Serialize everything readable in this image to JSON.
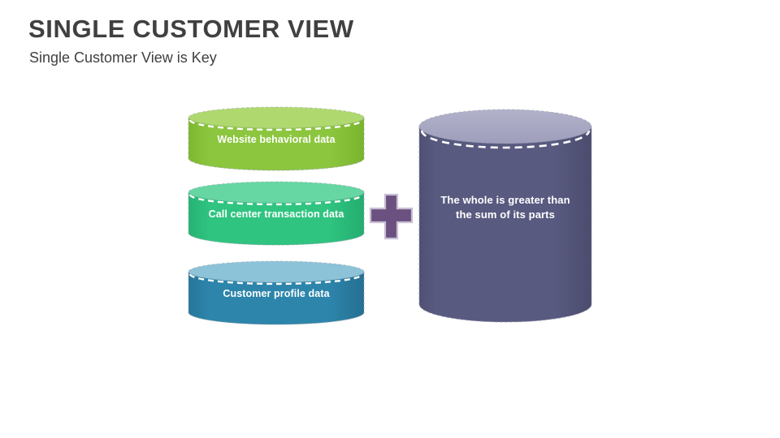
{
  "slide": {
    "title": "SINGLE CUSTOMER VIEW",
    "subtitle": "Single Customer View is Key",
    "background_color": "#ffffff",
    "title_color": "#404040"
  },
  "diagram": {
    "type": "cylinder-stack-plus-combined",
    "operator": {
      "name": "plus-sign",
      "symbol": "+",
      "fill_color": "#6B5180",
      "stroke_color": "#C9BFD4"
    },
    "sources": [
      {
        "id": "website",
        "label": "Website behavioral data",
        "body_color": "#8CC63F",
        "top_color": "#AFD96E",
        "dash_color": "#ffffff"
      },
      {
        "id": "call-center",
        "label": "Call center transaction data",
        "body_color": "#2FC480",
        "top_color": "#66D6A2",
        "dash_color": "#ffffff"
      },
      {
        "id": "customer-profile",
        "label": "Customer profile data",
        "body_color": "#2D85AB",
        "top_color": "#8CC3D8",
        "dash_color": "#ffffff"
      }
    ],
    "result": {
      "id": "whole",
      "label_line1": "The whole is greater than",
      "label_line2": "the sum of its parts",
      "body_color": "#595A80",
      "top_color": "#A8A8C4",
      "dash_color": "#ffffff"
    }
  }
}
